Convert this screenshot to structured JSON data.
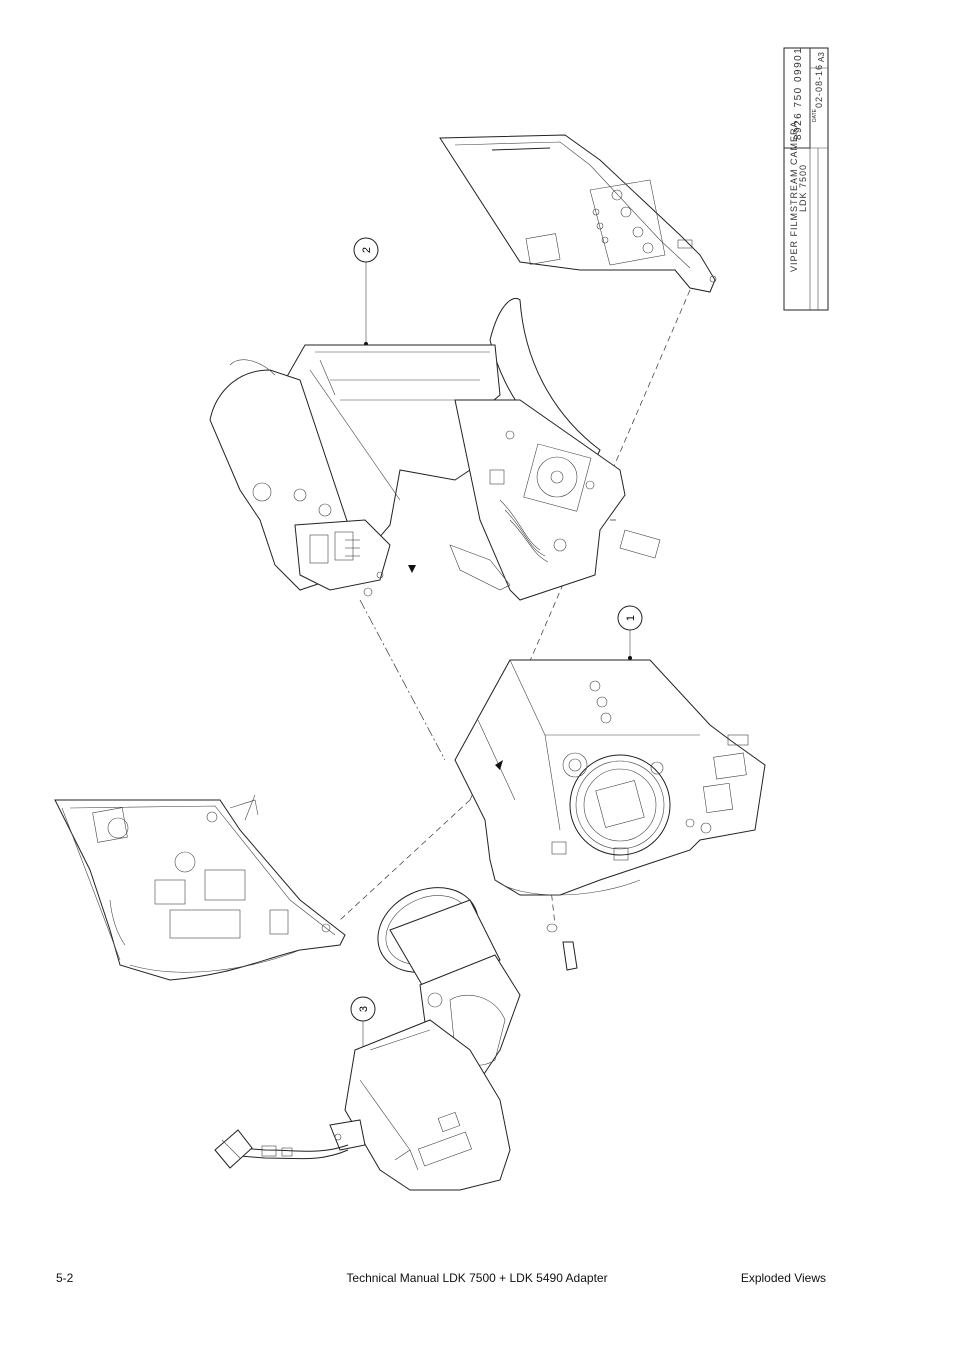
{
  "title_block": {
    "drawing_number": "8926 750 09901",
    "title_line1": "VIPER FILMSTREAM CAMERA",
    "title_line2": "LDK 7500",
    "date_label": "DATE",
    "date": "02-08-16",
    "size": "A3"
  },
  "callouts": [
    "1",
    "2",
    "3"
  ],
  "footer": {
    "page": "5-2",
    "title": "Technical Manual LDK 7500 + LDK 5490 Adapter",
    "section": "Exploded Views"
  }
}
